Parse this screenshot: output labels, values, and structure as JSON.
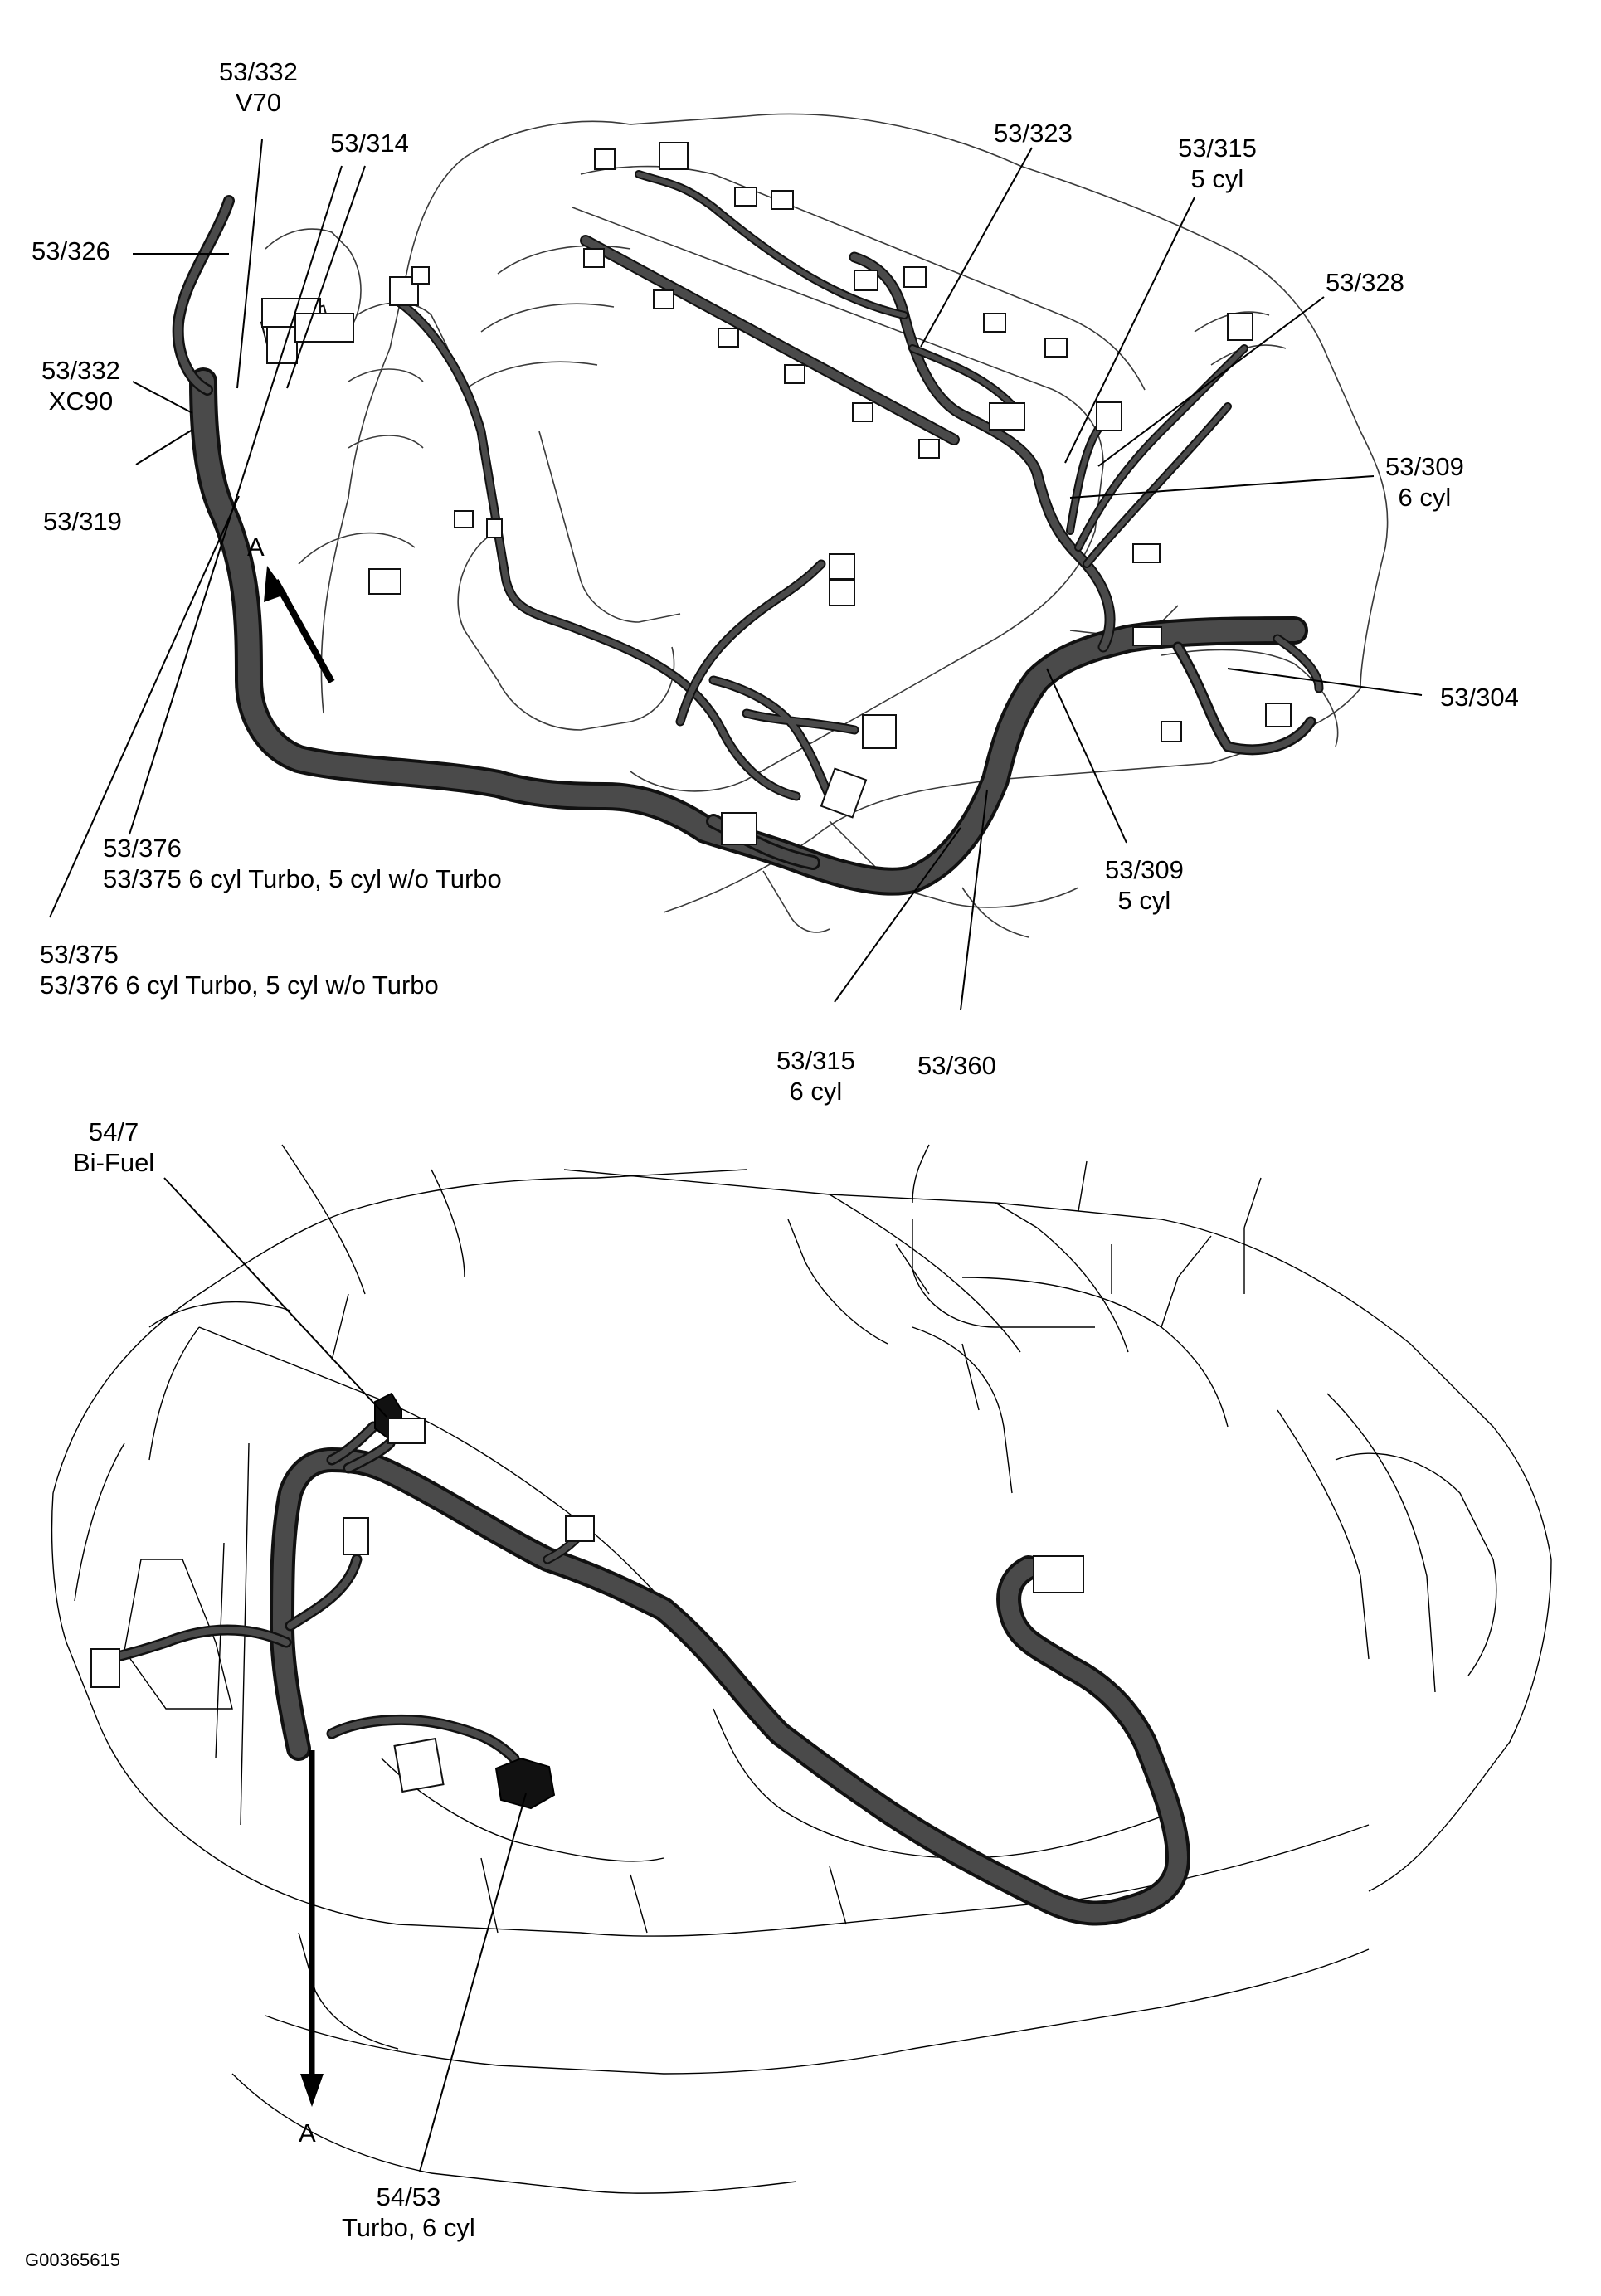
{
  "figure_id": "G00365615",
  "upper_view": {
    "callouts": [
      {
        "id": "c-53-332-v70",
        "line1": "53/332",
        "line2": "V70"
      },
      {
        "id": "c-53-314",
        "line1": "53/314",
        "line2": ""
      },
      {
        "id": "c-53-326",
        "line1": "53/326",
        "line2": ""
      },
      {
        "id": "c-53-332-xc90",
        "line1": "53/332",
        "line2": "XC90"
      },
      {
        "id": "c-53-319",
        "line1": "53/319",
        "line2": ""
      },
      {
        "id": "c-53-323",
        "line1": "53/323",
        "line2": ""
      },
      {
        "id": "c-53-315-5cyl",
        "line1": "53/315",
        "line2": "5 cyl"
      },
      {
        "id": "c-53-328",
        "line1": "53/328",
        "line2": ""
      },
      {
        "id": "c-53-309-6cyl",
        "line1": "53/309",
        "line2": "6 cyl"
      },
      {
        "id": "c-53-304",
        "line1": "53/304",
        "line2": ""
      },
      {
        "id": "c-53-309-5cyl",
        "line1": "53/309",
        "line2": "5 cyl"
      },
      {
        "id": "c-53-376",
        "line1": "53/376",
        "line2": "53/375 6 cyl Turbo, 5 cyl w/o Turbo"
      },
      {
        "id": "c-53-375",
        "line1": "53/375",
        "line2": "53/376 6 cyl Turbo, 5 cyl w/o Turbo"
      },
      {
        "id": "c-53-315-6cyl",
        "line1": "53/315",
        "line2": "6 cyl"
      },
      {
        "id": "c-53-360",
        "line1": "53/360",
        "line2": ""
      }
    ],
    "view_arrow_label": "A"
  },
  "lower_view": {
    "callouts": [
      {
        "id": "c-54-7",
        "line1": "54/7",
        "line2": "Bi-Fuel"
      },
      {
        "id": "c-54-53",
        "line1": "54/53",
        "line2": "Turbo, 6 cyl"
      }
    ],
    "view_arrow_label": "A"
  }
}
